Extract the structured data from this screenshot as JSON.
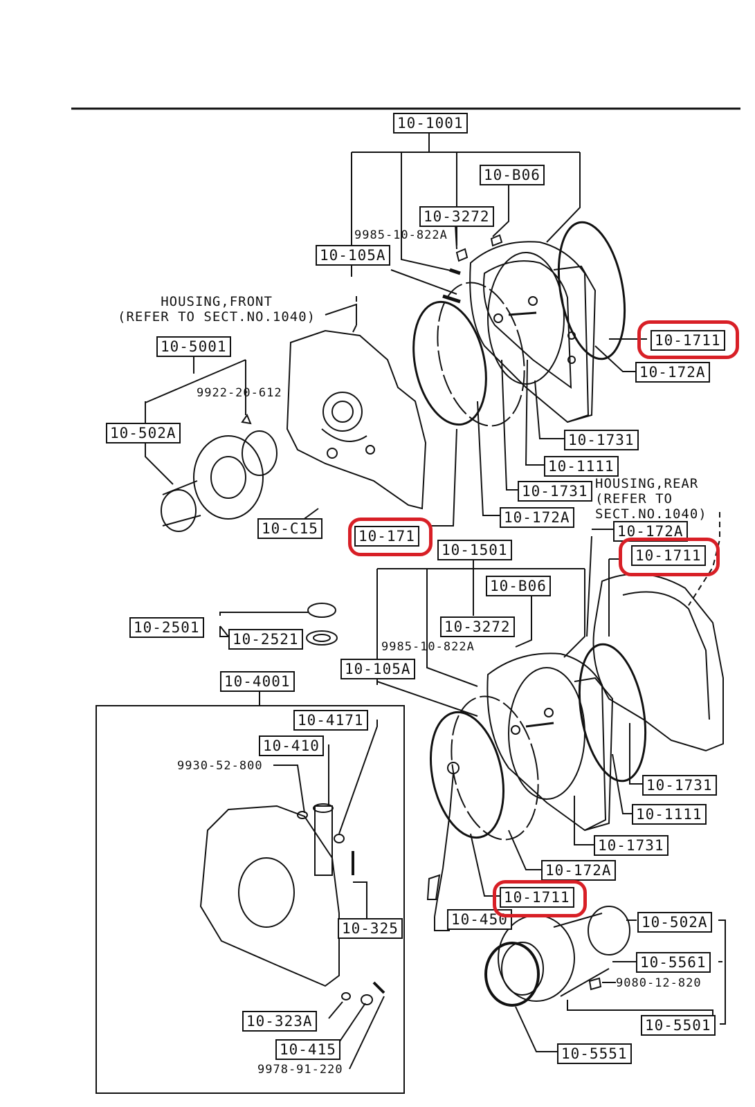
{
  "labels": {
    "g1001": "10-1001",
    "b06_top": "10-B06",
    "p3272_top": "10-3272",
    "s9985_top": "9985-10-822A",
    "p105a_top": "10-105A",
    "p1711_tr": "10-1711",
    "p172a_top": "10-172A",
    "p1731_a": "10-1731",
    "p1111_top": "10-1111",
    "p1731_b": "10-1731",
    "p172a_mid": "10-172A",
    "p171": "10-171",
    "g1501": "10-1501",
    "p172a_rear": "10-172A",
    "p1711_rear": "10-1711",
    "g5001": "10-5001",
    "s9922": "9922-20-612",
    "p502a_left": "10-502A",
    "c15": "10-C15",
    "p2501": "10-2501",
    "p2521": "10-2521",
    "b06_bot": "10-B06",
    "p3272_bot": "10-3272",
    "s9985_bot": "9985-10-822A",
    "p105a_bot": "10-105A",
    "g4001": "10-4001",
    "p4171": "10-4171",
    "p410": "10-410",
    "s9930": "9930-52-800",
    "p1731_c": "10-1731",
    "p1111_bot": "10-1111",
    "p1731_d": "10-1731",
    "p172a_bot": "10-172A",
    "p1711_bot": "10-1711",
    "p450": "10-450",
    "p325": "10-325",
    "p502a_right": "10-502A",
    "p5561": "10-5561",
    "s9080": "9080-12-820",
    "p5501": "10-5501",
    "p323a": "10-323A",
    "p415": "10-415",
    "s9978": "9978-91-220",
    "p5551": "10-5551"
  },
  "notes": {
    "housing_front": "HOUSING,FRONT\n(REFER TO SECT.NO.1040)",
    "housing_rear": "HOUSING,REAR\n(REFER TO\nSECT.NO.1040)"
  },
  "colors": {
    "line": "#111111",
    "highlight": "#d81f26"
  }
}
